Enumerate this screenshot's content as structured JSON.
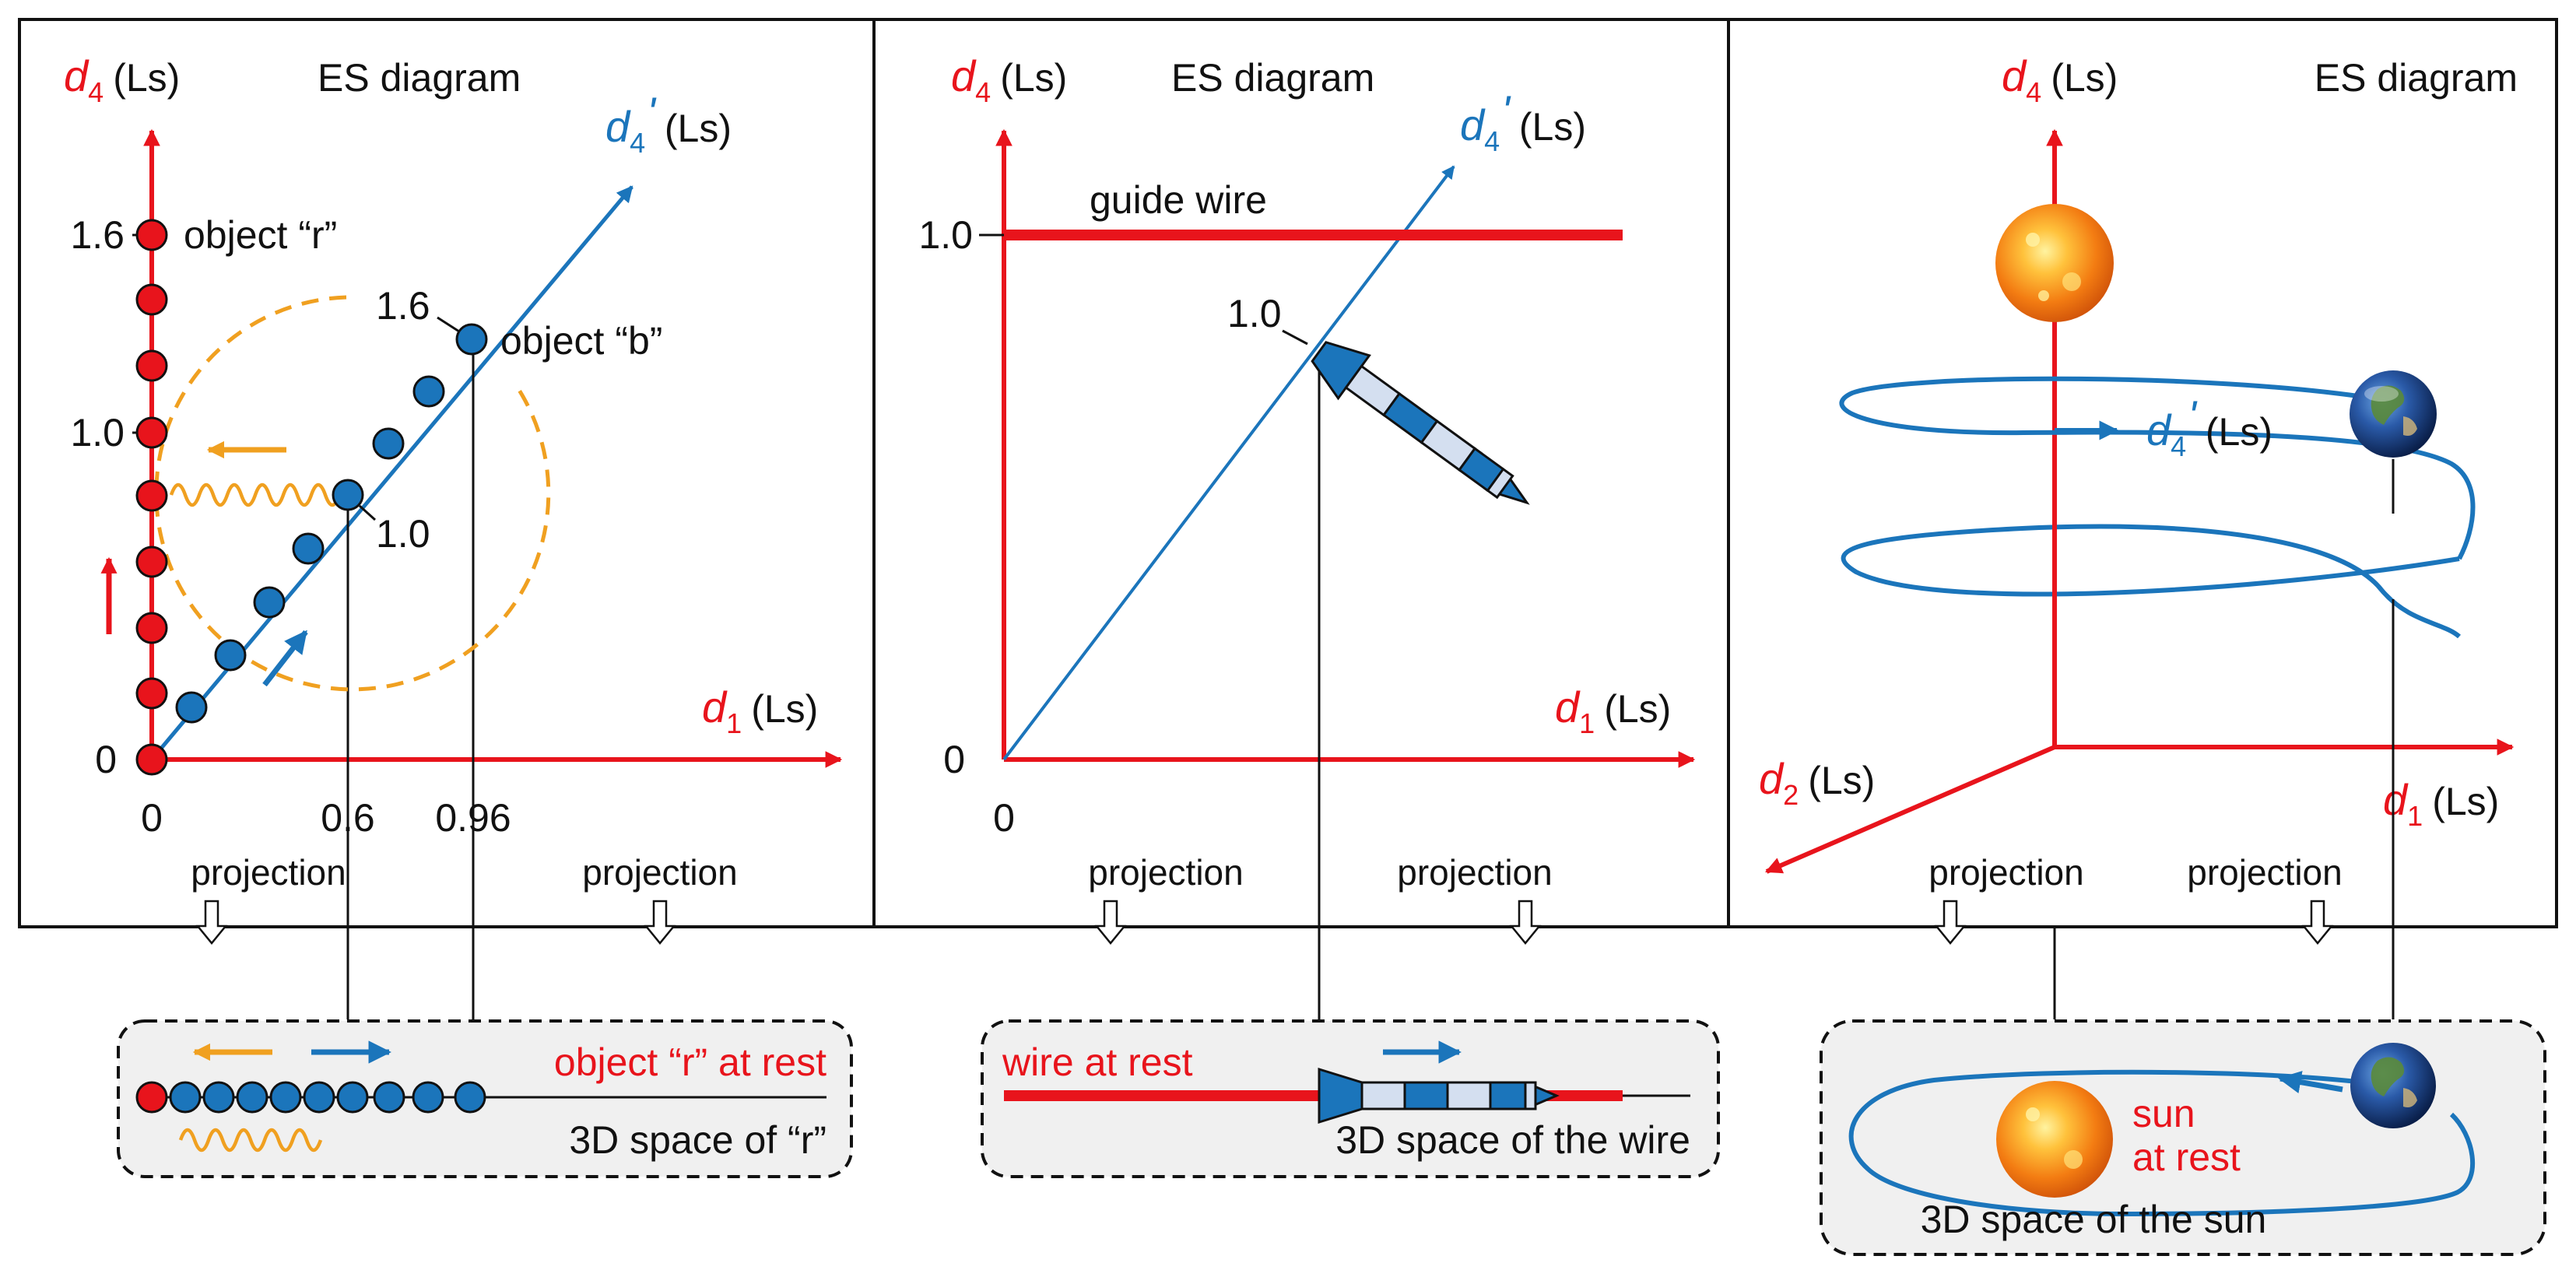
{
  "colors": {
    "red": "#e8141c",
    "blue": "#1b75bb",
    "orange": "#f0a020",
    "black": "#111111",
    "box_fill": "#f0f0f0",
    "stripe_light": "#d4dff0"
  },
  "panels": [
    {
      "title": "ES diagram",
      "axes": {
        "d4": {
          "sym": "d",
          "sub": "4",
          "unit": "(Ls)"
        },
        "d4p": {
          "sym": "d",
          "sub": "4",
          "prime": "'",
          "unit": "(Ls)"
        },
        "d1": {
          "sym": "d",
          "sub": "1",
          "unit": "(Ls)"
        }
      },
      "ticks_y": [
        "1.6",
        "1.0",
        "0"
      ],
      "ticks_x": [
        "0",
        "0.6",
        "0.96"
      ],
      "diag_ticks": [
        "1.6",
        "1.0"
      ],
      "object_r": "object “r”",
      "object_b": "object “b”",
      "projection_left": "projection",
      "projection_right": "projection",
      "box": {
        "red_label": "object “r” at rest",
        "space_label": "3D space of “r”"
      }
    },
    {
      "title": "ES diagram",
      "axes": {
        "d4": {
          "sym": "d",
          "sub": "4",
          "unit": "(Ls)"
        },
        "d4p": {
          "sym": "d",
          "sub": "4",
          "prime": "'",
          "unit": "(Ls)"
        },
        "d1": {
          "sym": "d",
          "sub": "1",
          "unit": "(Ls)"
        }
      },
      "ticks_y": [
        "1.0",
        "0"
      ],
      "ticks_x": [
        "0"
      ],
      "diag_tick": "1.0",
      "guide_wire": "guide wire",
      "projection_left": "projection",
      "projection_right": "projection",
      "box": {
        "red_label": "wire at rest",
        "space_label": "3D space of the wire"
      }
    },
    {
      "title": "ES diagram",
      "axes": {
        "d4": {
          "sym": "d",
          "sub": "4",
          "unit": "(Ls)"
        },
        "d4p": {
          "sym": "d",
          "sub": "4",
          "prime": "'",
          "unit": "(Ls)"
        },
        "d1": {
          "sym": "d",
          "sub": "1",
          "unit": "(Ls)"
        },
        "d2": {
          "sym": "d",
          "sub": "2",
          "unit": "(Ls)"
        }
      },
      "projection_left": "projection",
      "projection_right": "projection",
      "box": {
        "red_line1": "sun",
        "red_line2": "at rest",
        "space_label": "3D space of the sun"
      }
    }
  ]
}
